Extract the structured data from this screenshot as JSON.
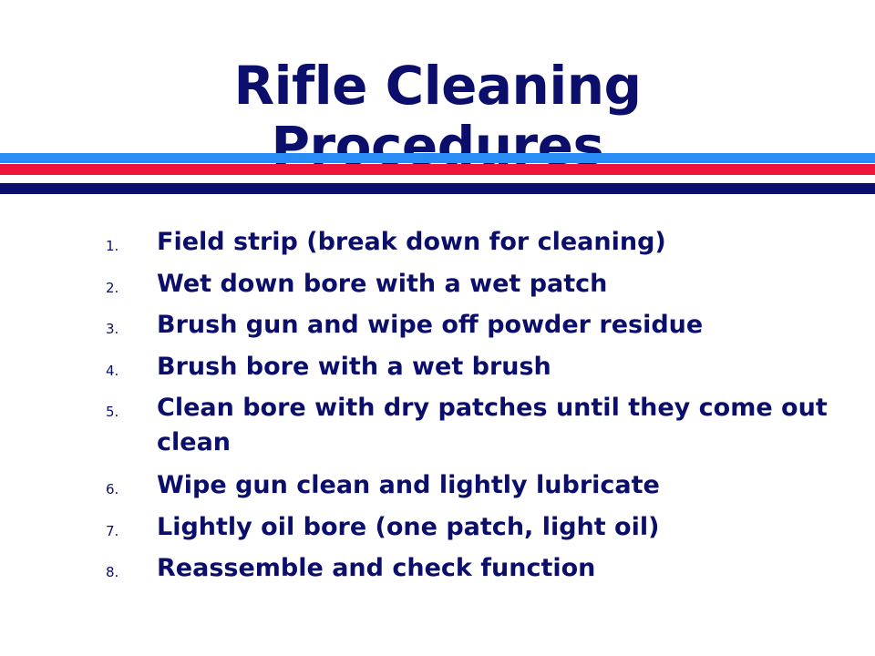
{
  "slide": {
    "title_line1": "Rifle Cleaning",
    "title_line2": "Procedures"
  },
  "colors": {
    "text": "#0b0f6b",
    "stripe_light_blue": "#2a8cf5",
    "stripe_red": "#f0143c",
    "stripe_navy": "#0b0f6b"
  },
  "steps": [
    {
      "num": "1.",
      "text": "Field strip (break down for cleaning)"
    },
    {
      "num": "2.",
      "text": "Wet down bore with a wet patch"
    },
    {
      "num": "3.",
      "text": "Brush gun and wipe off powder residue"
    },
    {
      "num": "4.",
      "text": "Brush bore with a wet brush"
    },
    {
      "num": "5.",
      "text": "Clean bore with dry patches until they come out clean"
    },
    {
      "num": "6.",
      "text": "Wipe gun clean and lightly lubricate"
    },
    {
      "num": "7.",
      "text": "Lightly oil bore (one patch, light oil)"
    },
    {
      "num": "8.",
      "text": "Reassemble and check function"
    }
  ]
}
